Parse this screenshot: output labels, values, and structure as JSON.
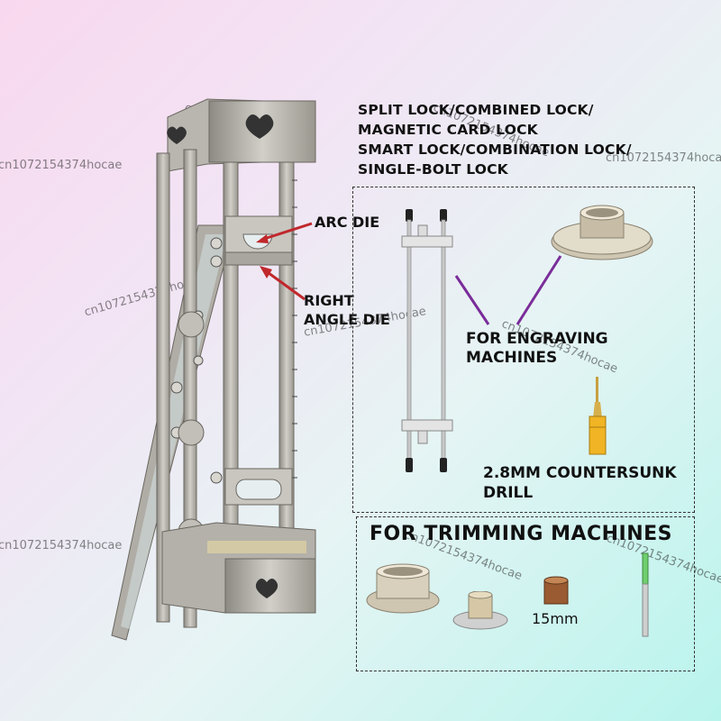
{
  "header": {
    "lines": [
      "SPLIT LOCK/COMBINED LOCK/",
      "MAGNETIC CARD LOCK",
      "SMART LOCK/COMBINATION LOCK/",
      "SINGLE-BOLT LOCK"
    ]
  },
  "callouts": {
    "arc_die": "ARC DIE",
    "right_angle_die_1": "RIGHT",
    "right_angle_die_2": "ANGLE DIE",
    "engraving_1": "FOR ENGRAVING",
    "engraving_2": "MACHINES",
    "drill_1": "2.8MM COUNTERSUNK",
    "drill_2": "DRILL"
  },
  "trimming": {
    "title": "FOR TRIMMING MACHINES",
    "size_label": "15mm"
  },
  "watermark": "cn1072154374hocae",
  "colors": {
    "arrow_red": "#c0282c",
    "line_purple": "#7a2c9a",
    "metal": "#b9b6b0",
    "metal_dark": "#8d8a84"
  },
  "icons": [
    "jig-frame-image",
    "guide-rail-image",
    "collar-bushing-image",
    "countersunk-drill-image",
    "bushing-image",
    "bronze-sleeve-image",
    "router-bit-image"
  ]
}
